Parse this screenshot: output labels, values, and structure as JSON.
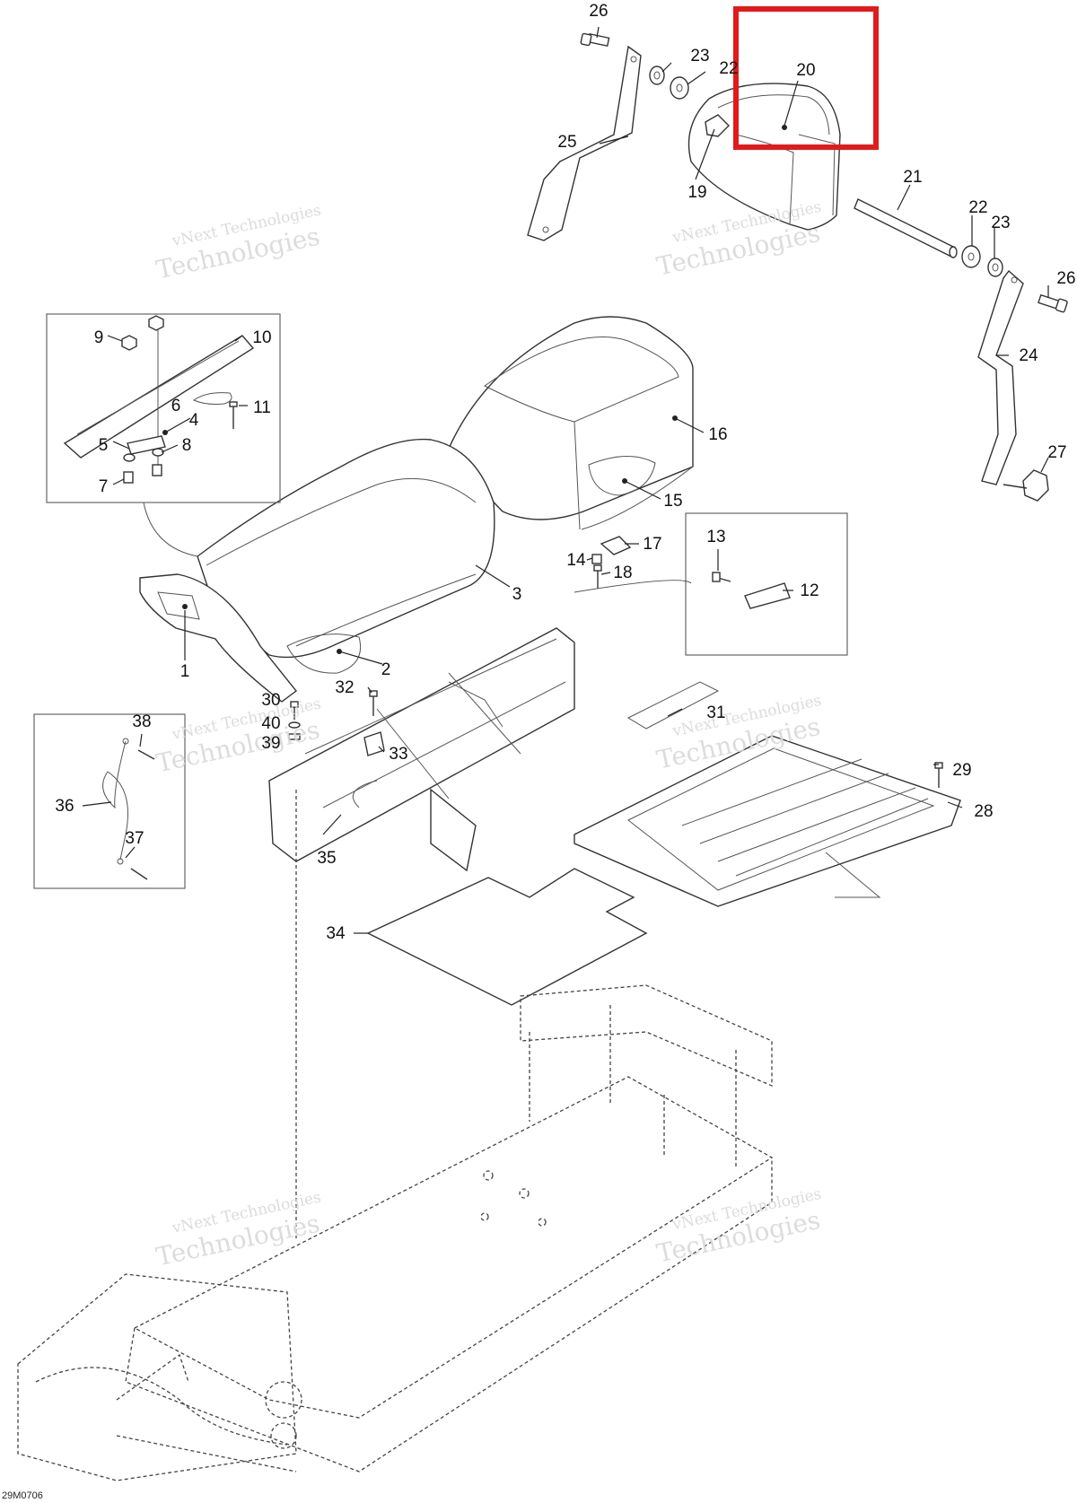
{
  "diagram": {
    "drawing_code": "29M0706",
    "watermark": {
      "line1": "vNext Technologies",
      "line2": "Technologies",
      "color": "#d8d8d8"
    },
    "highlight": {
      "part": "20",
      "color": "#e01b1b"
    },
    "callouts": [
      {
        "id": "c1",
        "label": "1"
      },
      {
        "id": "c2",
        "label": "2"
      },
      {
        "id": "c3",
        "label": "3"
      },
      {
        "id": "c4",
        "label": "4"
      },
      {
        "id": "c5",
        "label": "5"
      },
      {
        "id": "c6",
        "label": "6"
      },
      {
        "id": "c7",
        "label": "7"
      },
      {
        "id": "c8",
        "label": "8"
      },
      {
        "id": "c9",
        "label": "9"
      },
      {
        "id": "c10",
        "label": "10"
      },
      {
        "id": "c11",
        "label": "11"
      },
      {
        "id": "c12",
        "label": "12"
      },
      {
        "id": "c13",
        "label": "13"
      },
      {
        "id": "c14",
        "label": "14"
      },
      {
        "id": "c15",
        "label": "15"
      },
      {
        "id": "c16",
        "label": "16"
      },
      {
        "id": "c17",
        "label": "17"
      },
      {
        "id": "c18",
        "label": "18"
      },
      {
        "id": "c19",
        "label": "19"
      },
      {
        "id": "c20",
        "label": "20"
      },
      {
        "id": "c21",
        "label": "21"
      },
      {
        "id": "c22a",
        "label": "22"
      },
      {
        "id": "c22b",
        "label": "22"
      },
      {
        "id": "c23a",
        "label": "23"
      },
      {
        "id": "c23b",
        "label": "23"
      },
      {
        "id": "c24",
        "label": "24"
      },
      {
        "id": "c25",
        "label": "25"
      },
      {
        "id": "c26a",
        "label": "26"
      },
      {
        "id": "c26b",
        "label": "26"
      },
      {
        "id": "c27",
        "label": "27"
      },
      {
        "id": "c28",
        "label": "28"
      },
      {
        "id": "c29",
        "label": "29"
      },
      {
        "id": "c30",
        "label": "30"
      },
      {
        "id": "c31",
        "label": "31"
      },
      {
        "id": "c32",
        "label": "32"
      },
      {
        "id": "c33",
        "label": "33"
      },
      {
        "id": "c34",
        "label": "34"
      },
      {
        "id": "c35",
        "label": "35"
      },
      {
        "id": "c36",
        "label": "36"
      },
      {
        "id": "c37",
        "label": "37"
      },
      {
        "id": "c38",
        "label": "38"
      },
      {
        "id": "c39",
        "label": "39"
      },
      {
        "id": "c40",
        "label": "40"
      }
    ]
  }
}
